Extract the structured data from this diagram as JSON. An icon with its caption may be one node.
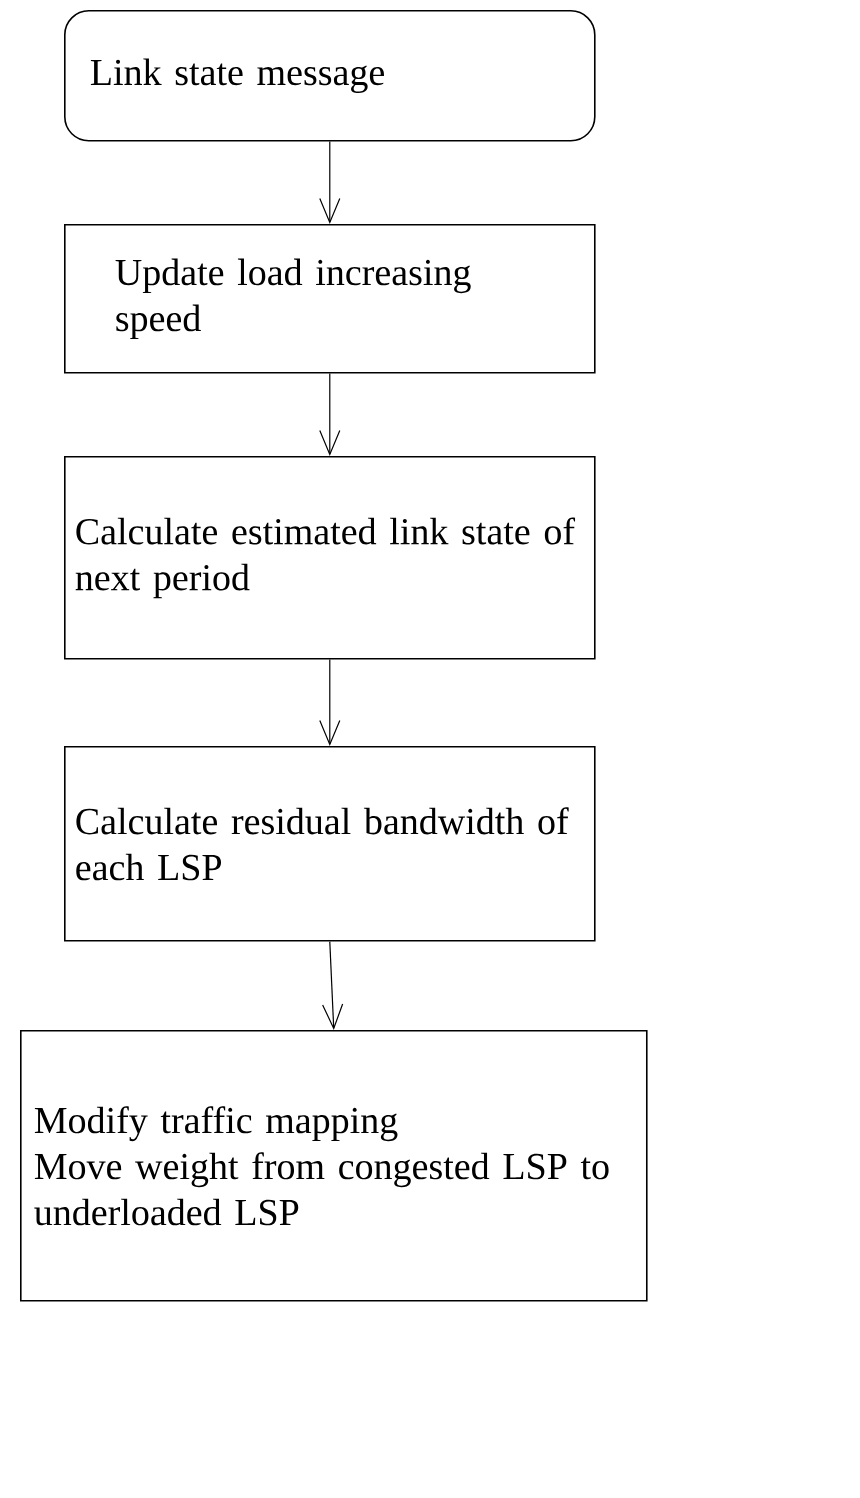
{
  "diagram": {
    "nodes": [
      {
        "text": [
          "Link state message"
        ]
      },
      {
        "text": [
          "Update load increasing speed"
        ]
      },
      {
        "text": [
          "Calculate estimated link state of next period"
        ]
      },
      {
        "text": [
          "Calculate residual bandwidth of each LSP"
        ]
      },
      {
        "text": [
          "Modify traffic mapping",
          "Move weight from congested LSP to underloaded LSP"
        ]
      }
    ],
    "edges": [
      {
        "from": 0,
        "to": 1,
        "arrow": "to"
      },
      {
        "from": 1,
        "to": 2,
        "arrow": "to"
      },
      {
        "from": 2,
        "to": 3,
        "arrow": "to"
      },
      {
        "from": 3,
        "to": 4,
        "arrow": "to"
      }
    ]
  }
}
